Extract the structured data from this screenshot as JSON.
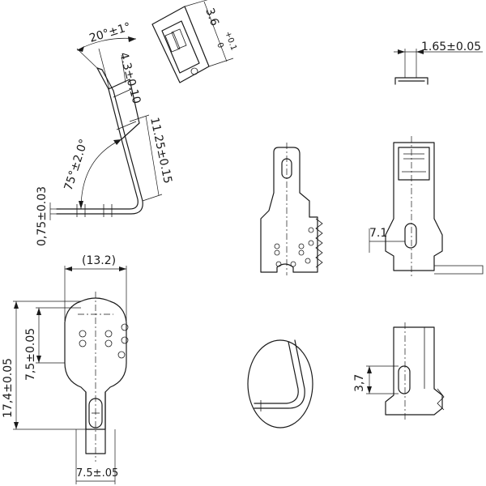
{
  "dimensions": {
    "angle_top": "20°±1°",
    "width_3_6": "3.6",
    "tol_3_6_plus": "+0.1",
    "tol_3_6_minus": "0",
    "thk_4_3": "4.3±0.10",
    "len_11_25": "11.25±0.15",
    "angle_75": "75°±2.0°",
    "thk_0_75": "0,75±0.03",
    "width_1_65": "1.65±0.05",
    "width_13_2": "(13.2)",
    "h_7_5": "7,5±0.05",
    "h_17_4": "17,4±0.05",
    "w_7_5_bottom": "7.5±.05",
    "w_7_1": "7.1",
    "h_3_7": "3,7"
  },
  "colors": {
    "line": "#1a1a1a",
    "background": "#ffffff"
  }
}
